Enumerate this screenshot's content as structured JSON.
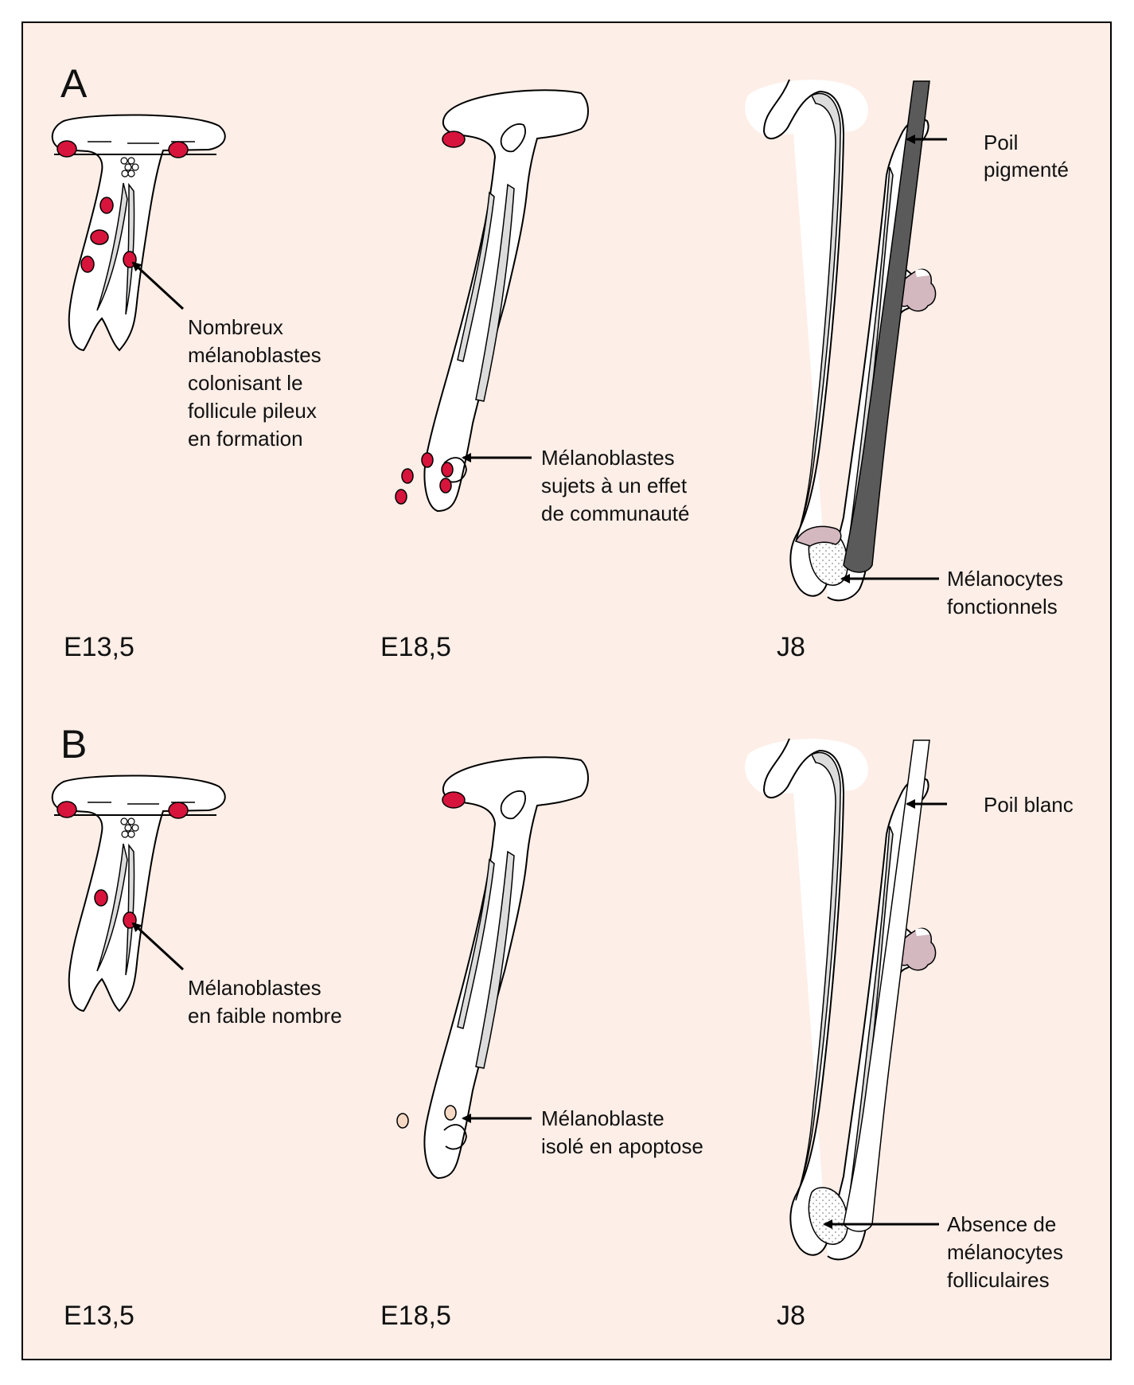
{
  "panels": [
    {
      "letter": "A",
      "stages": [
        "E13,5",
        "E18,5",
        "J8"
      ],
      "annotations": {
        "e135": [
          "Nombreux",
          "mélanoblastes",
          "colonisant le",
          "follicule pileux",
          "en formation"
        ],
        "e185": [
          "Mélanoblastes",
          "sujets à un effet",
          "de communauté"
        ],
        "hair": [
          "Poil",
          "pigmenté"
        ],
        "bulb": [
          "Mélanocytes",
          "fonctionnels"
        ]
      }
    },
    {
      "letter": "B",
      "stages": [
        "E13,5",
        "E18,5",
        "J8"
      ],
      "annotations": {
        "e135": [
          "Mélanoblastes",
          "en faible nombre"
        ],
        "e185": [
          "Mélanoblaste",
          "isolé en apoptose"
        ],
        "hair": [
          "Poil blanc"
        ],
        "bulb": [
          "Absence de",
          "mélanocytes",
          "folliculaires"
        ]
      }
    }
  ],
  "colors": {
    "background": "#fdeee7",
    "melanoblast": "#d7143c",
    "apoptotic": "#f5d9c4",
    "sheath": "#dcdcdc",
    "pigmented_hair": "#5a5a5a",
    "sebaceous_gland": "#d3b8c0"
  }
}
